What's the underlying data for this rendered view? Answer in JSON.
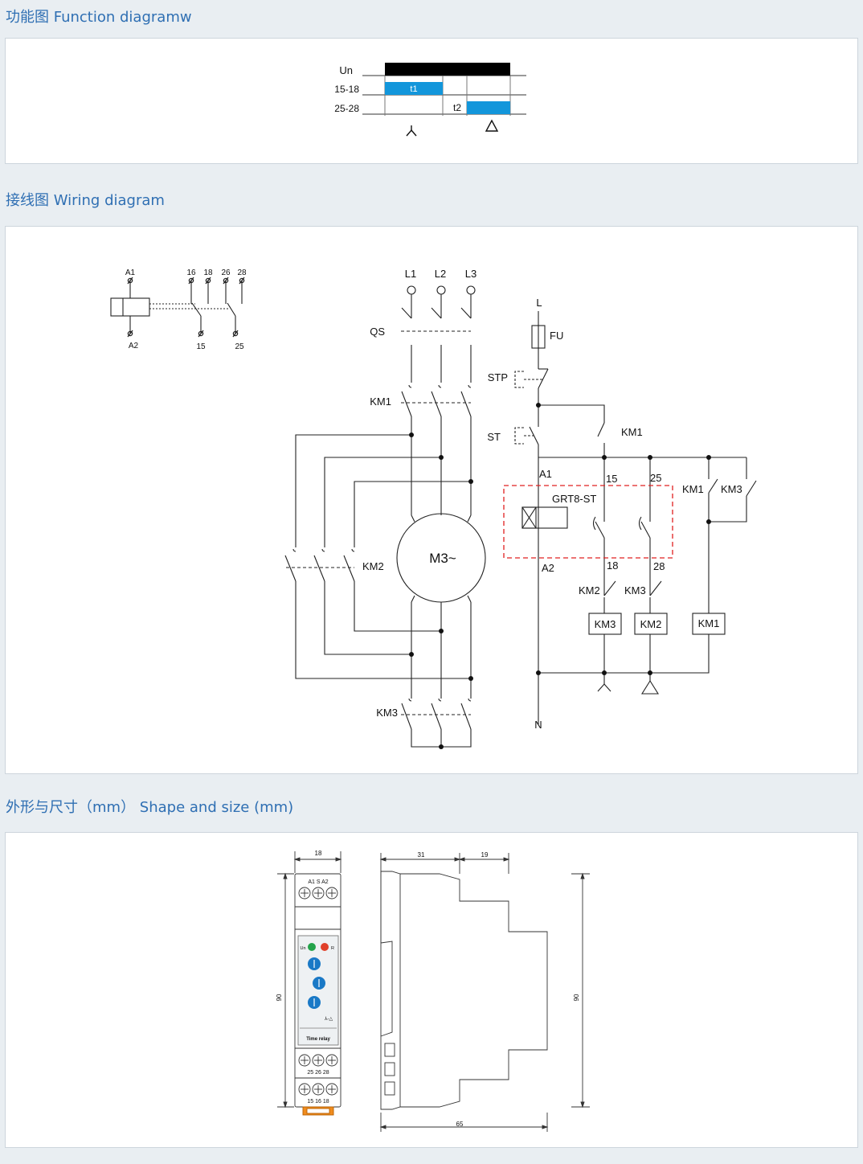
{
  "sections": {
    "function": {
      "title": "功能图 Function diagramw"
    },
    "wiring": {
      "title": "接线图 Wiring diagram"
    },
    "shape": {
      "title": "外形与尺寸（mm） Shape and size (mm)"
    }
  },
  "function_diagram": {
    "rows": [
      "Un",
      "15-18",
      "25-28"
    ],
    "t1": "t1",
    "t2": "t2",
    "star_symbol": "⅄",
    "delta_symbol": "△",
    "fill_color": "#1296db"
  },
  "wiring": {
    "relay_symbol": {
      "a1": "A1",
      "a2": "A2",
      "top_terminals": [
        "16",
        "18",
        "26",
        "28"
      ],
      "bottom_terminals": [
        "15",
        "25"
      ]
    },
    "power": {
      "phases": [
        "L1",
        "L2",
        "L3"
      ],
      "qs": "QS",
      "km1": "KM1",
      "km2": "KM2",
      "km3": "KM3",
      "motor": "M3~"
    },
    "control": {
      "l": "L",
      "n": "N",
      "fu": "FU",
      "stp": "STP",
      "st": "ST",
      "km1_contact": "KM1",
      "a1": "A1",
      "a2": "A2",
      "t15": "15",
      "t25": "25",
      "t18": "18",
      "t28": "28",
      "relay_name": "GRT8-ST",
      "km1_aux": "KM1",
      "km3_aux": "KM3",
      "km2_nc": "KM2",
      "km3_nc": "KM3",
      "coil_km3": "KM3",
      "coil_km2": "KM2",
      "coil_km1": "KM1",
      "dash_color": "#e02020"
    }
  },
  "dimensions": {
    "front_width": "18",
    "front_height": "90",
    "front_labels": {
      "top_terminals": "A1   S   A2",
      "un": "Un",
      "r": "R",
      "product": "Time relay",
      "mode": "⅄-△",
      "mid_terminals": "25  26  28",
      "bottom_terminals": "15  16  18"
    },
    "side_top_left": "31",
    "side_top_right": "19",
    "side_height": "90",
    "side_bottom": "65"
  }
}
